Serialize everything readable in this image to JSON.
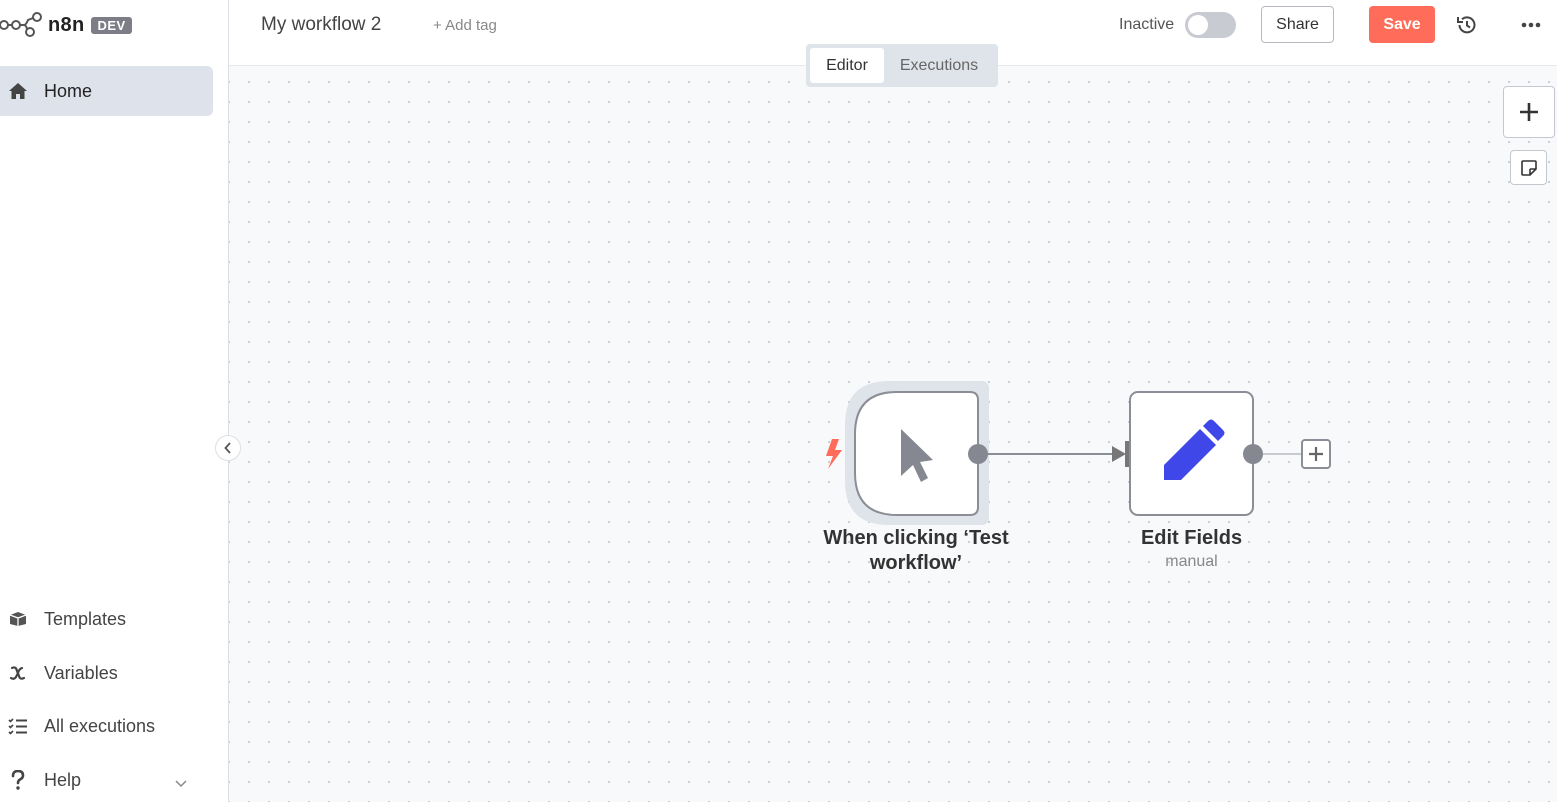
{
  "logo": {
    "text": "n8n",
    "badge": "DEV"
  },
  "sidebar": {
    "home": "Home",
    "templates": "Templates",
    "variables": "Variables",
    "executions": "All executions",
    "help": "Help"
  },
  "header": {
    "workflow_name": "My workflow 2",
    "add_tag": "+ Add tag",
    "status_label": "Inactive",
    "share_label": "Share",
    "save_label": "Save"
  },
  "tabs": {
    "editor": "Editor",
    "executions": "Executions"
  },
  "nodes": {
    "trigger": {
      "title_line1": "When clicking ‘Test",
      "title_line2": "workflow’"
    },
    "edit": {
      "title": "Edit Fields",
      "subtitle": "manual"
    }
  },
  "colors": {
    "accent": "#ff6d5a",
    "edit_icon": "#3f47e8",
    "active_nav": "#dee2ea"
  },
  "icons": {
    "logo": "n8n-logo-icon",
    "home": "home-icon",
    "templates": "box-icon",
    "variables": "variable-icon",
    "executions": "list-icon",
    "help": "question-icon",
    "history": "history-icon",
    "more": "more-horizontal-icon",
    "add_node": "plus-icon",
    "sticky": "sticky-note-icon",
    "trigger": "cursor-icon",
    "lightning": "lightning-icon",
    "edit": "pencil-icon"
  }
}
